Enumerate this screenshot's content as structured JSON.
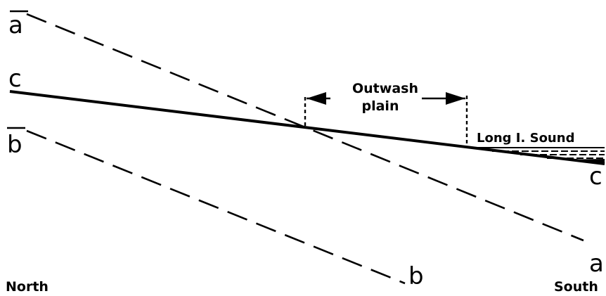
{
  "lines": {
    "a": {
      "label_start": "a",
      "label_end": "a"
    },
    "b": {
      "label_start": "b",
      "label_end": "b"
    },
    "c": {
      "label_start": "c",
      "label_end": "c"
    }
  },
  "outwash": {
    "line1": "Outwash",
    "line2": "plain"
  },
  "water": {
    "label": "Long I. Sound"
  },
  "directions": {
    "left": "North",
    "right": "South"
  }
}
